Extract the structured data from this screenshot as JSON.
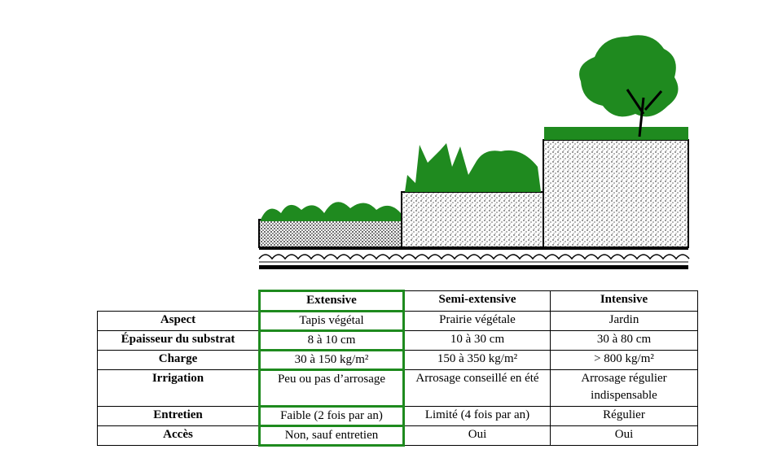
{
  "illustration": {
    "name": "green-roof-types-diagram",
    "colors": {
      "foliage": "#1f8a1f",
      "soil": "#000000"
    }
  },
  "table": {
    "headers": [
      "",
      "Extensive",
      "Semi-extensive",
      "Intensive"
    ],
    "rows": [
      {
        "label": "Aspect",
        "values": [
          "Tapis végétal",
          "Prairie végétale",
          "Jardin"
        ]
      },
      {
        "label": "Épaisseur du substrat",
        "values": [
          "8 à 10 cm",
          "10 à 30 cm",
          "30 à 80 cm"
        ]
      },
      {
        "label": "Charge",
        "values": [
          "30 à 150 kg/m²",
          "150 à 350 kg/m²",
          "> 800 kg/m²"
        ]
      },
      {
        "label": "Irrigation",
        "values": [
          "Peu ou pas d’arrosage",
          "Arrosage conseillé en été",
          "Arrosage régulier indispensable"
        ]
      },
      {
        "label": "Entretien",
        "values": [
          "Faible (2 fois par an)",
          "Limité (4 fois par an)",
          "Régulier"
        ]
      },
      {
        "label": "Accès",
        "values": [
          "Non, sauf entretien",
          "Oui",
          "Oui"
        ]
      }
    ],
    "highlight_color": "#1e8a1e"
  }
}
